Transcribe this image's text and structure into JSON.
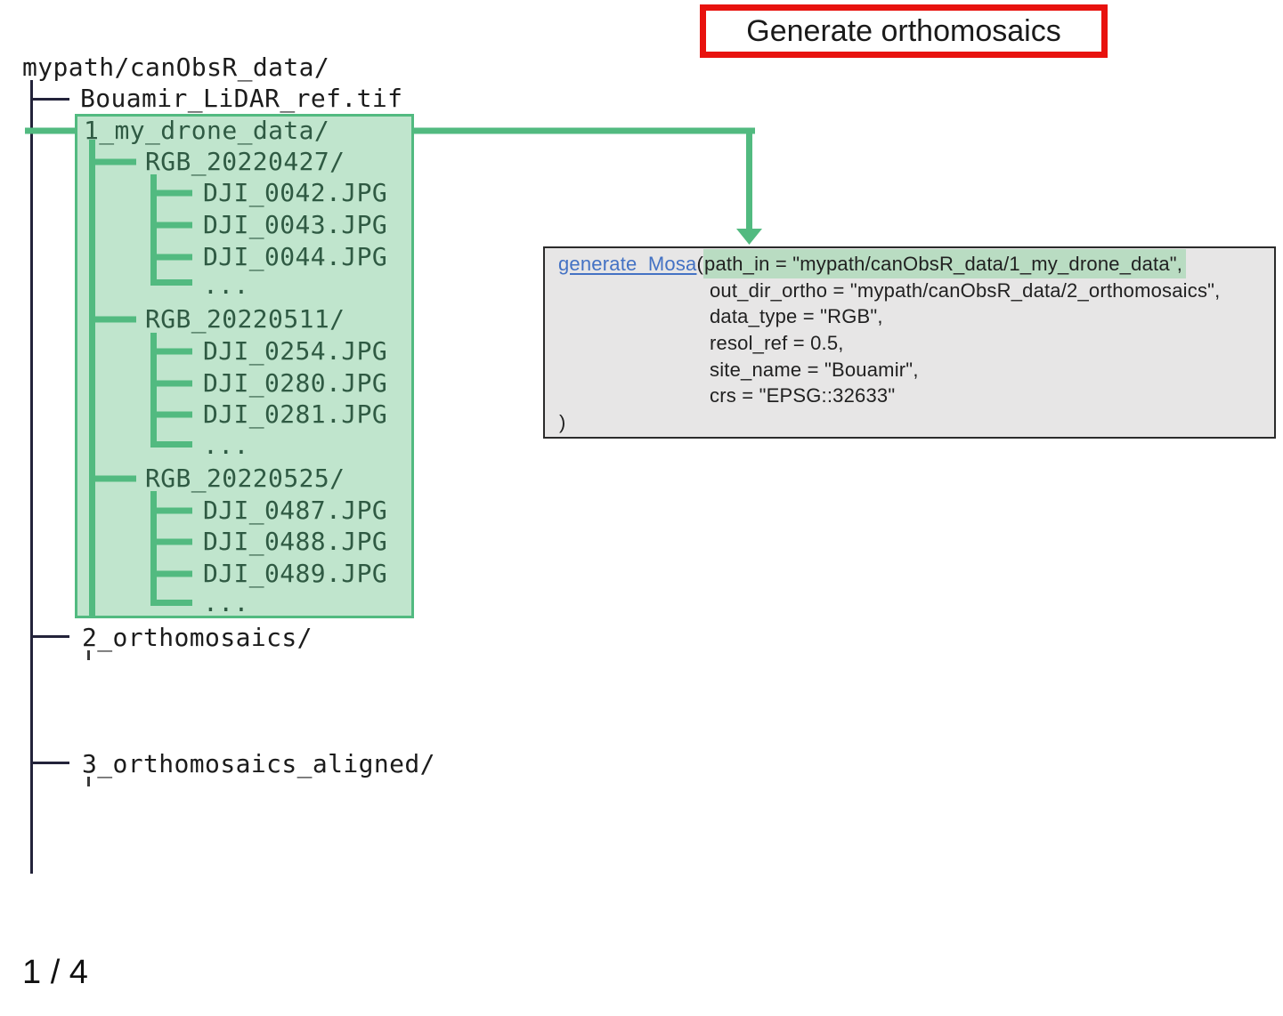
{
  "slide": {
    "title": "Generate orthomosaics",
    "page_indicator": "1 / 4"
  },
  "tree": {
    "items": [
      "mypath/canObsR_data/",
      "Bouamir_LiDAR_ref.tif",
      "1_my_drone_data/",
      "RGB_20220427/",
      "DJI_0042.JPG",
      "DJI_0043.JPG",
      "DJI_0044.JPG",
      "...",
      "RGB_20220511/",
      "DJI_0254.JPG",
      "DJI_0280.JPG",
      "DJI_0281.JPG",
      "...",
      "RGB_20220525/",
      "DJI_0487.JPG",
      "DJI_0488.JPG",
      "DJI_0489.JPG",
      "...",
      "2_orthomosaics/",
      "3_orthomosaics_aligned/"
    ]
  },
  "code": {
    "function_name": "generate_Mosa",
    "open_paren": "(",
    "highlighted_arg": "path_in = \"mypath/canObsR_data/1_my_drone_data\",",
    "args": [
      "out_dir_ortho = \"mypath/canObsR_data/2_orthomosaics\",",
      "data_type = \"RGB\",",
      "resol_ref = 0.5,",
      "site_name = \"Bouamir\",",
      "crs = \"EPSG::32633\""
    ],
    "close_paren": ")"
  },
  "colors": {
    "tree_line": "#23233a",
    "green_line": "#52ba80",
    "green_fill": "#c0e5cd",
    "dark_green_text": "#2f5a43",
    "red_accent": "#e8120e",
    "code_bg": "#e7e6e6",
    "code_border": "#2b2b2b",
    "code_highlight": "#b9dcc2",
    "link_blue": "#4472c4",
    "text_primary": "#1c1c1c"
  }
}
